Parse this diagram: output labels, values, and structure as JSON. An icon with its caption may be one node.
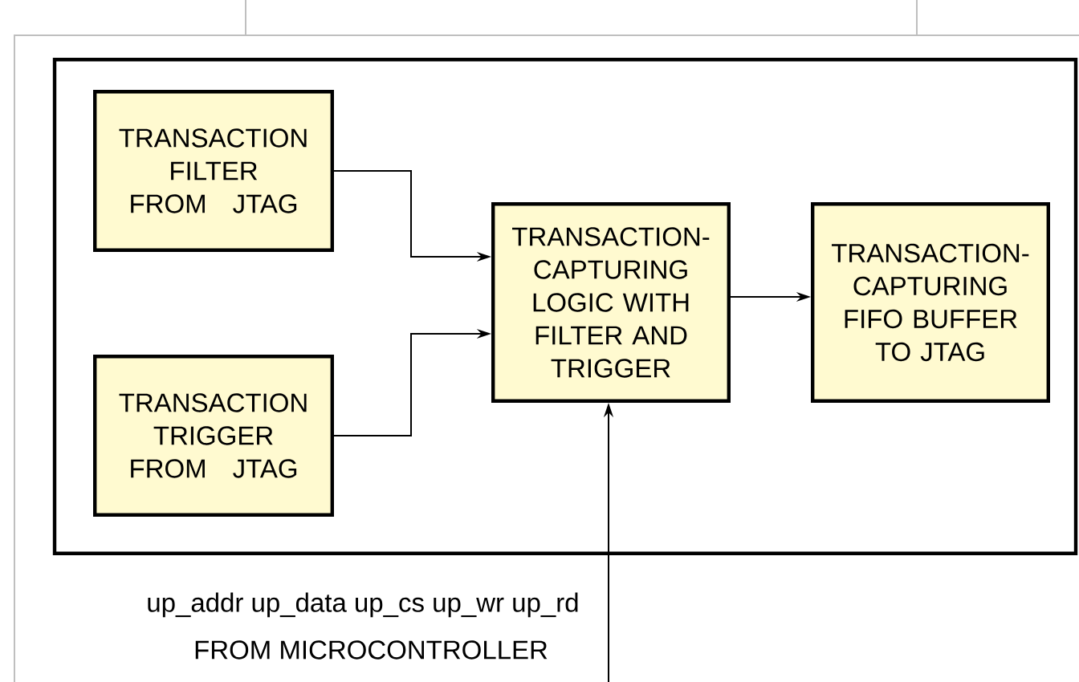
{
  "diagram": {
    "nodes": [
      {
        "text": [],
        "shape": "box"
      },
      {
        "text": [
          "TRANSACTION FILTER FROM JTAG"
        ],
        "in": 0
      },
      {
        "text": [
          "TRANSACTION TRIGGER FROM JTAG"
        ],
        "in": 0
      },
      {
        "text": [
          "TRANSACTION-CAPTURING LOGIC WITH FILTER AND TRIGGER"
        ],
        "in": 0
      },
      {
        "text": [
          "TRANSACTION-CAPTURING FIFO BUFFER TO JTAG"
        ],
        "in": 0
      }
    ],
    "edges": [
      {
        "from": 1,
        "to": 3,
        "arrow": "to"
      },
      {
        "from": 2,
        "to": 3,
        "arrow": "to"
      },
      {
        "from": 3,
        "to": 4,
        "arrow": "to"
      },
      {
        "from": null,
        "to": 3,
        "arrow": "to"
      }
    ],
    "labels": [
      "up_addr up_data up_cs up_wr up_rd",
      "FROM MICROCONTROLLER"
    ]
  }
}
